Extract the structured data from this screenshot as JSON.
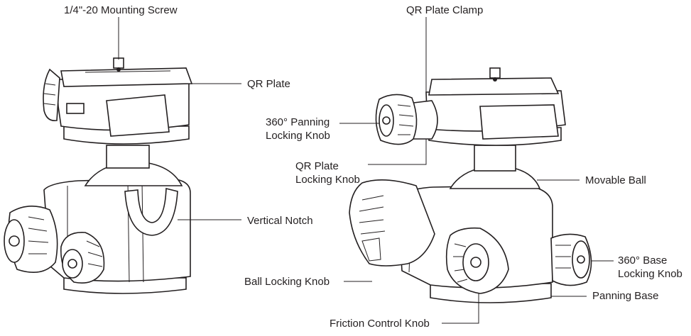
{
  "labels": {
    "mounting_screw": "1/4\"-20 Mounting Screw",
    "qr_plate": "QR Plate",
    "vertical_notch": "Vertical Notch",
    "qr_plate_clamp": "QR Plate Clamp",
    "panning_knob": [
      "360° Panning",
      "Locking Knob"
    ],
    "qr_plate_knob": [
      "QR Plate",
      "Locking Knob"
    ],
    "movable_ball": "Movable Ball",
    "base_knob": [
      "360° Base",
      "Locking Knob"
    ],
    "panning_base": "Panning Base",
    "ball_locking_knob": "Ball Locking Knob",
    "friction_knob": "Friction Control Knob"
  }
}
